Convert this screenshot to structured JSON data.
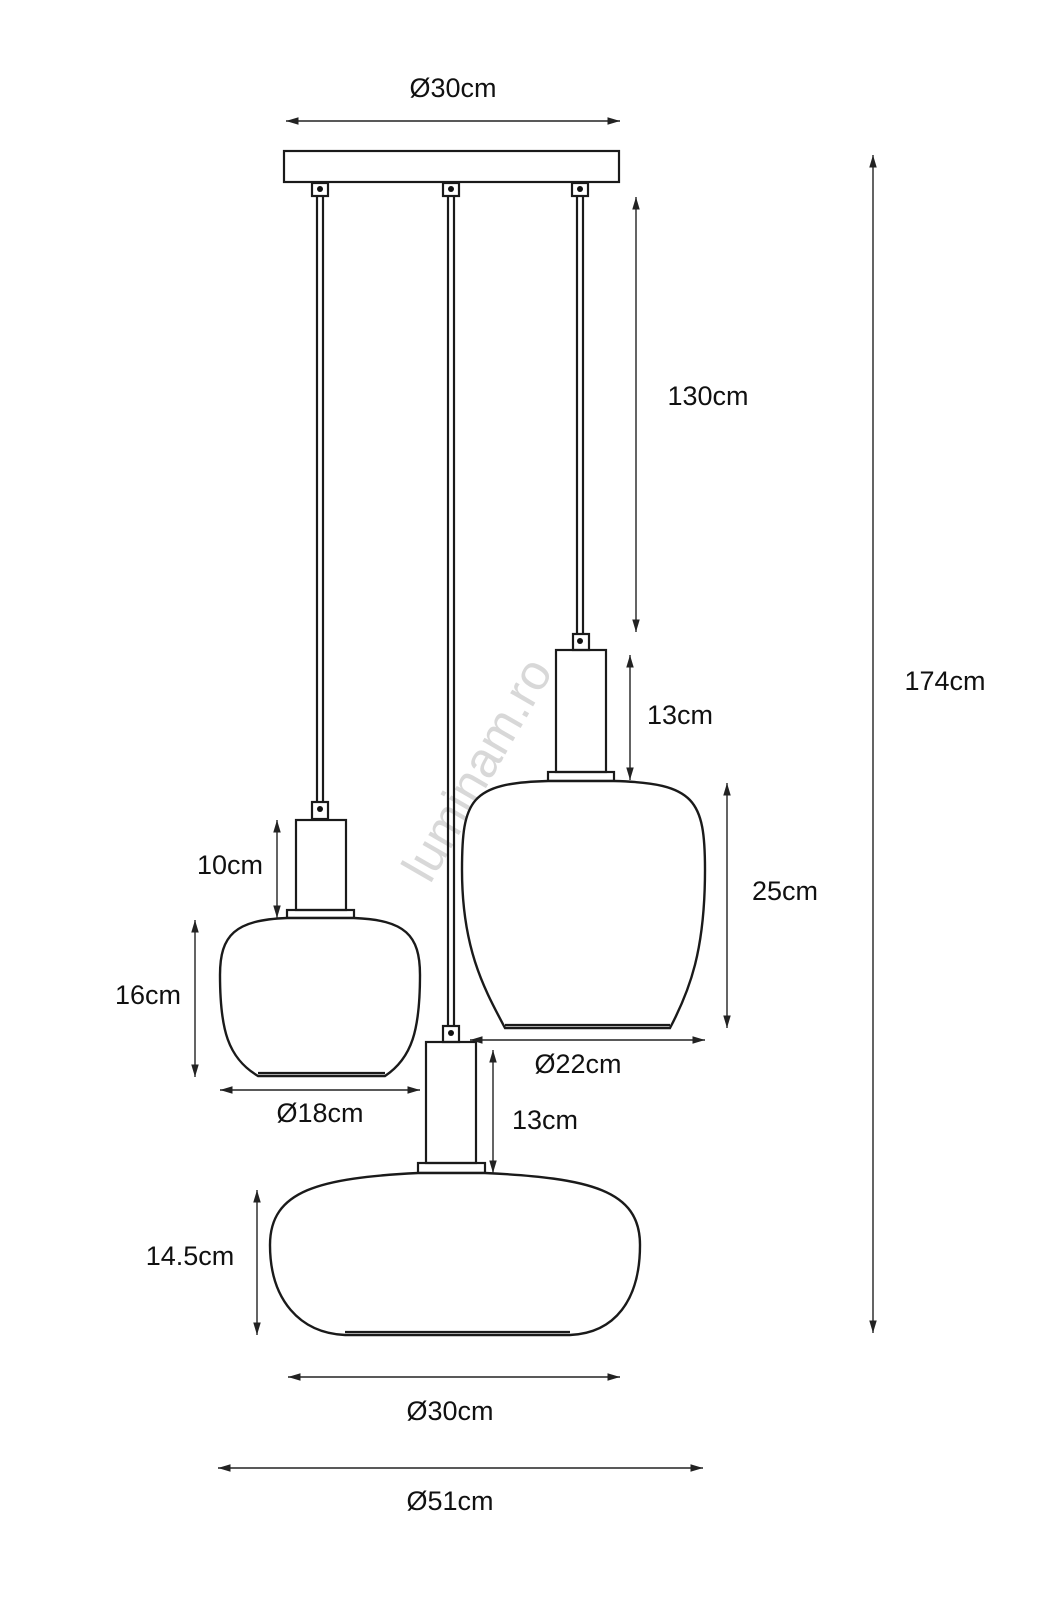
{
  "watermark": "luminam.ro",
  "dimensions": {
    "canopy_diameter": "Ø30cm",
    "cable_length": "130cm",
    "total_height": "174cm",
    "right_socket_height": "13cm",
    "right_shade_height": "25cm",
    "right_shade_diameter": "Ø22cm",
    "left_socket_height": "10cm",
    "left_shade_height": "16cm",
    "left_shade_diameter": "Ø18cm",
    "bottom_socket_height": "13cm",
    "bottom_shade_height": "14.5cm",
    "bottom_shade_diameter": "Ø30cm",
    "overall_diameter": "Ø51cm"
  }
}
